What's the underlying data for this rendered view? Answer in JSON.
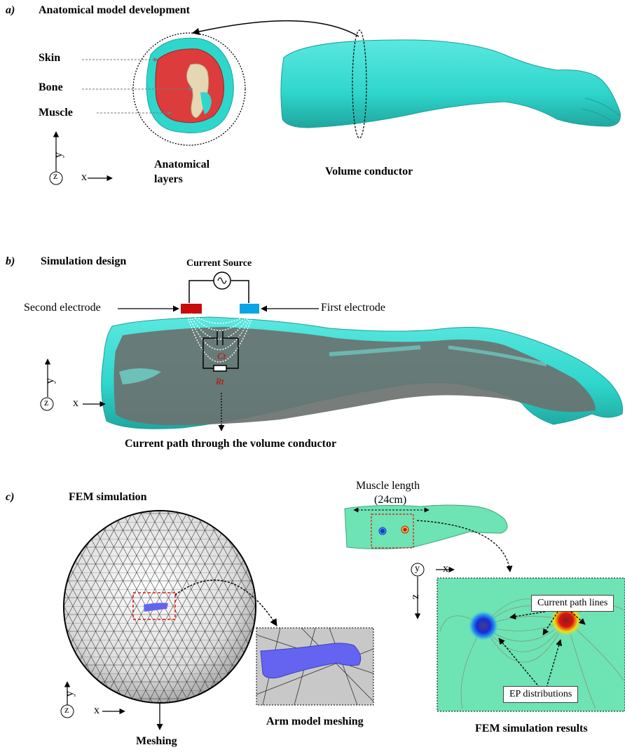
{
  "panel_a": {
    "letter": "a)",
    "title": "Anatomical model development",
    "layers": [
      "Skin",
      "Bone",
      "Muscle"
    ],
    "caption_layers_1": "Anatomical",
    "caption_layers_2": "layers",
    "caption_conductor": "Volume conductor",
    "axes": {
      "x": "x",
      "y": "y",
      "z": "z"
    }
  },
  "panel_b": {
    "letter": "b)",
    "title": "Simulation design",
    "current_source": "Current Source",
    "second_electrode": "Second electrode",
    "first_electrode": "First electrode",
    "ct_label": "Ct",
    "rt_label": "Rt",
    "caption": "Current path through the volume conductor",
    "axes": {
      "x": "x",
      "y": "y",
      "z": "z"
    }
  },
  "panel_c": {
    "letter": "c)",
    "title": "FEM simulation",
    "muscle_length_1": "Muscle length",
    "muscle_length_2": "(24cm)",
    "current_path_lines": "Current path lines",
    "ep_distributions": "EP distributions",
    "caption_meshing": "Meshing",
    "caption_arm_mesh": "Arm model meshing",
    "caption_results": "FEM simulation results",
    "axes_left": {
      "x": "x",
      "y": "y",
      "z": "z"
    },
    "axes_right": {
      "x": "x",
      "y": "y",
      "z": "z"
    }
  },
  "colors": {
    "cyan": "#2fd6cc",
    "muscle_red": "#dc3c3c",
    "bone": "#e6d7b4",
    "electrode_red": "#c80a0a",
    "electrode_blue": "#0aa5e6",
    "mesh_purple": "#6464f0",
    "result_green": "#6ee3b4"
  }
}
